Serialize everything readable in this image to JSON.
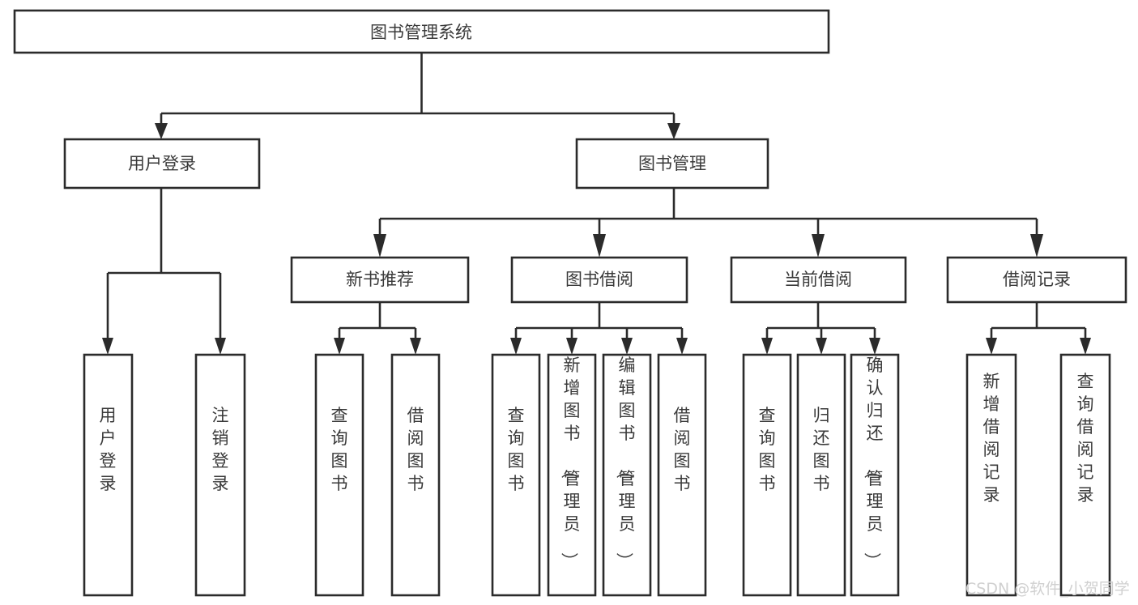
{
  "diagram": {
    "kind": "org-chart",
    "root": {
      "id": "root",
      "label": "图书管理系统",
      "orientation": "horizontal"
    },
    "level1": [
      {
        "id": "user-login",
        "label": "用户登录",
        "orientation": "horizontal"
      },
      {
        "id": "book-manage",
        "label": "图书管理",
        "orientation": "horizontal"
      }
    ],
    "level2": [
      {
        "id": "new-book-recommend",
        "label": "新书推荐",
        "orientation": "horizontal",
        "parent": "book-manage"
      },
      {
        "id": "book-borrow",
        "label": "图书借阅",
        "orientation": "horizontal",
        "parent": "book-manage"
      },
      {
        "id": "current-borrow",
        "label": "当前借阅",
        "orientation": "horizontal",
        "parent": "book-manage"
      },
      {
        "id": "borrow-record",
        "label": "借阅记录",
        "orientation": "horizontal",
        "parent": "book-manage"
      }
    ],
    "leaves": [
      {
        "id": "leaf-user-login",
        "label": "用户登录",
        "orientation": "vertical",
        "parent": "user-login"
      },
      {
        "id": "leaf-user-logout",
        "label": "注销登录",
        "orientation": "vertical",
        "parent": "user-login"
      },
      {
        "id": "leaf-query-book-1",
        "label": "查询图书",
        "orientation": "vertical",
        "parent": "new-book-recommend"
      },
      {
        "id": "leaf-borrow-book-1",
        "label": "借阅图书",
        "orientation": "vertical",
        "parent": "new-book-recommend"
      },
      {
        "id": "leaf-query-book-2",
        "label": "查询图书",
        "orientation": "vertical",
        "parent": "book-borrow"
      },
      {
        "id": "leaf-add-book",
        "label": "新增图书（管理员）",
        "orientation": "vertical",
        "parent": "book-borrow"
      },
      {
        "id": "leaf-edit-book",
        "label": "编辑图书（管理员）",
        "orientation": "vertical",
        "parent": "book-borrow"
      },
      {
        "id": "leaf-borrow-book-2",
        "label": "借阅图书",
        "orientation": "vertical",
        "parent": "book-borrow"
      },
      {
        "id": "leaf-query-book-3",
        "label": "查询图书",
        "orientation": "vertical",
        "parent": "current-borrow"
      },
      {
        "id": "leaf-return-book",
        "label": "归还图书",
        "orientation": "vertical",
        "parent": "current-borrow"
      },
      {
        "id": "leaf-confirm-return",
        "label": "确认归还（管理员）",
        "orientation": "vertical",
        "parent": "current-borrow"
      },
      {
        "id": "leaf-add-record",
        "label": "新增借阅记录",
        "orientation": "vertical",
        "parent": "borrow-record"
      },
      {
        "id": "leaf-query-record",
        "label": "查询借阅记录",
        "orientation": "vertical",
        "parent": "borrow-record"
      }
    ]
  },
  "watermark": {
    "text": "CSDN @软件_小贺同学",
    "color": "#d0d0d0"
  },
  "colors": {
    "box_stroke": "#2b2b2b",
    "box_fill": "#ffffff",
    "text": "#3a3a3a",
    "connector": "#2b2b2b",
    "background": "#ffffff"
  }
}
